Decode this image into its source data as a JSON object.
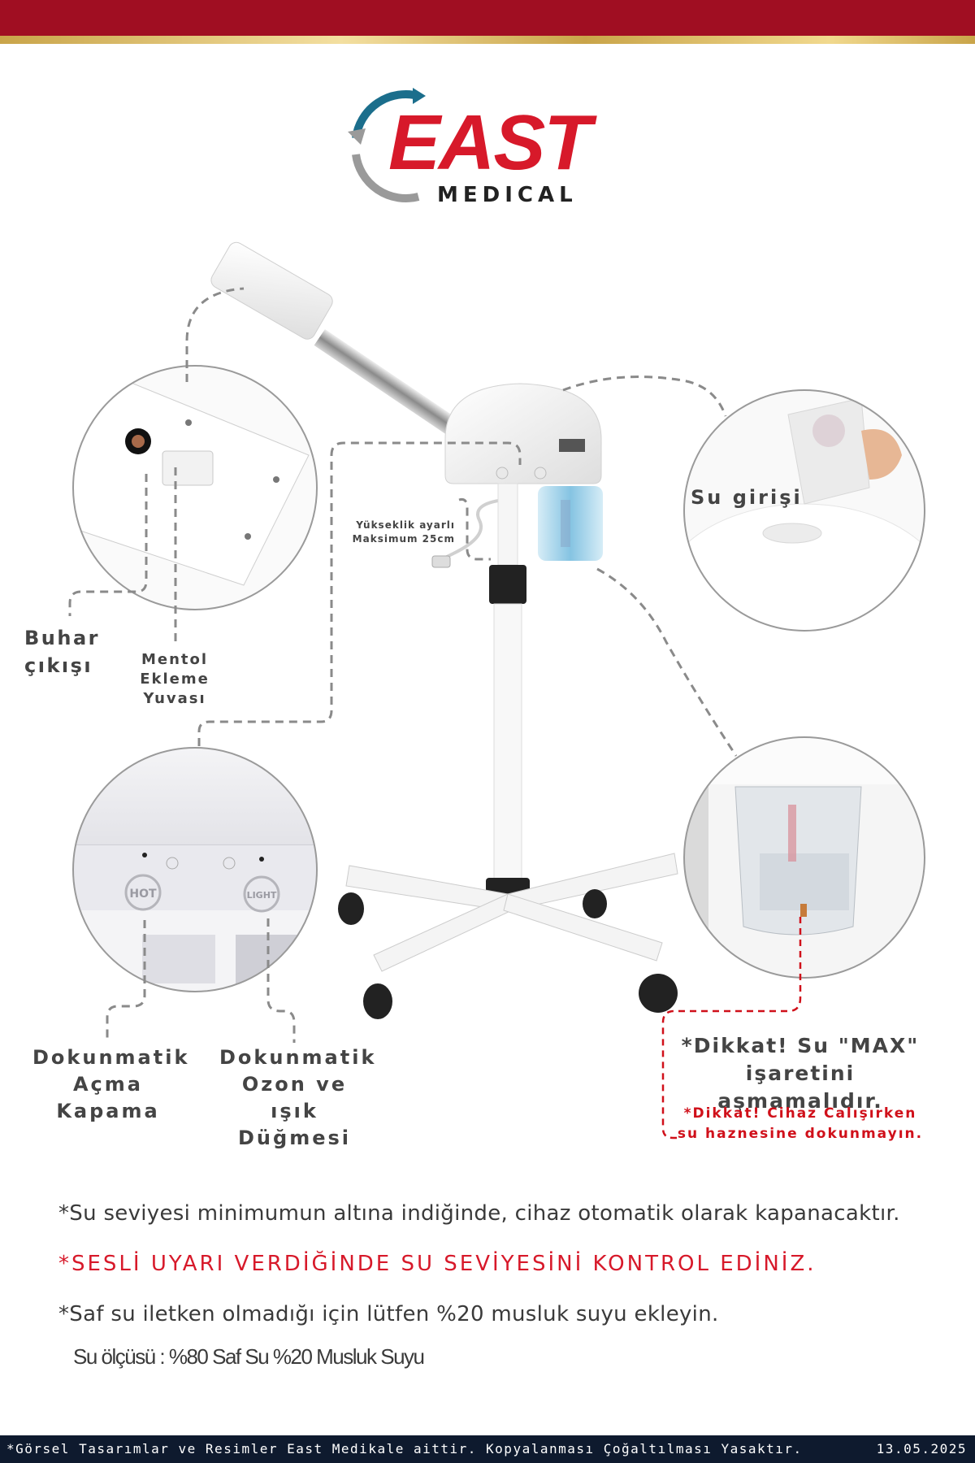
{
  "brand": {
    "name": "EAST",
    "sub": "MEDICAL",
    "colors": {
      "primary": "#d7192a",
      "band": "#a00e22",
      "gold": "#c9a449",
      "footer": "#0e1a2e"
    }
  },
  "callouts": {
    "steam_outlet": "Buhar çıkışı",
    "menthol_slot": "Mentol Ekleme Yuvası",
    "height_adjust": "Yükseklik ayarlı Maksimum 25cm",
    "water_inlet": "Su girişi",
    "touch_power": "Dokunmatik Açma Kapama",
    "touch_ozone": "Dokunmatik Ozon ve ışık Düğmesi",
    "max_warning": "*Dikkat! Su \"MAX\" işaretini aşmamalıdır.",
    "touch_warning": "*Dikkat! Cihaz Calışırken su haznesine dokunmayın."
  },
  "panel_buttons": {
    "hot": "HOT",
    "light": "LIGHT"
  },
  "notes": {
    "auto_off": "*Su seviyesi minimumun altına indiğinde, cihaz otomatik olarak kapanacaktır.",
    "alarm": "*SESLİ UYARI VERDİĞİNDE SU SEVİYESİNİ KONTROL EDİNİZ.",
    "tap_water": "*Saf su iletken olmadığı için lütfen %20 musluk suyu ekleyin.",
    "ratio": "Su ölçüsü : %80 Saf Su %20 Musluk Suyu"
  },
  "footer": {
    "copyright": "*Görsel Tasarımlar ve Resimler East Medikale aittir. Kopyalanması Çoğaltılması Yasaktır.",
    "date": "13.05.2025"
  }
}
